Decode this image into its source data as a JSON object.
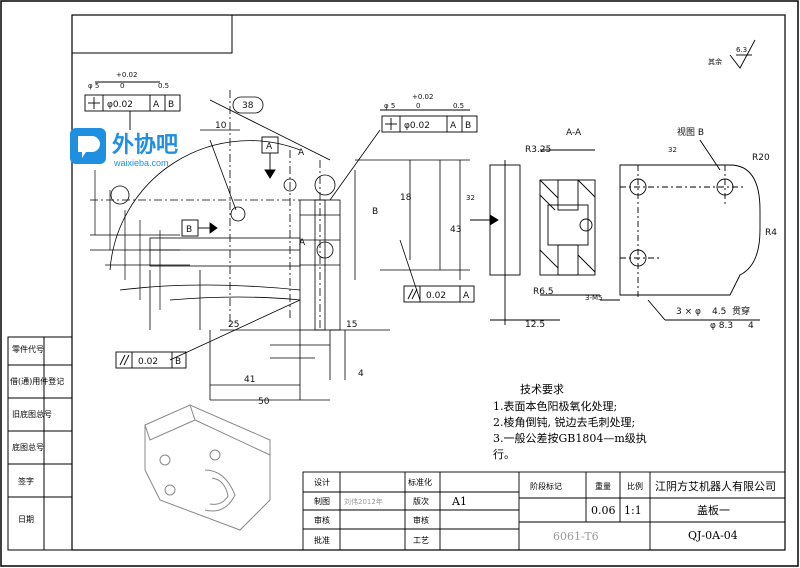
{
  "logo": {
    "word": "外协吧",
    "url": "waixieba.com"
  },
  "dimensions": {
    "phi5_left": "φ 5",
    "tol_left": "+0.02",
    "tol_left0": "0",
    "surface_left": "0.5",
    "fcf_left_pos": "φ0.02",
    "fcf_left_a": "A",
    "fcf_left_b": "B",
    "d38": "38",
    "d10": "10",
    "datum_a_top": "A",
    "datum_b_left": "B",
    "phi5_right": "φ 5",
    "tol_right": "+0.02",
    "tol_right0": "0",
    "surface_right": "0.5",
    "fcf_right_pos": "φ0.02",
    "fcf_right_a": "A",
    "fcf_right_b": "B",
    "section_label": "A-A",
    "view_label": "视图 B",
    "r325": "R3.25",
    "r65": "R6.5",
    "r20": "R20",
    "r4": "R4",
    "d32a": "32",
    "d32b": "32",
    "hole_3m5": "3-M5",
    "hole_3phi": "3 × φ",
    "hole_45": "4.5",
    "hole_through": "贯穿",
    "hole_83": "φ 8.3",
    "hole_depth": "4",
    "rough_63": "6.3",
    "rough_note": "其余",
    "par_right": "0.02",
    "par_right_ref": "A",
    "par_left": "0.02",
    "par_left_ref": "B",
    "d125": "12.5",
    "d15": "15",
    "d25": "25",
    "d41": "41",
    "d50": "50",
    "d43": "43",
    "d18": "18",
    "d4": "4",
    "side_a1": "A",
    "side_a2": "A",
    "side_b": "B"
  },
  "tech_notes": {
    "title": "技术要求",
    "items": [
      "1.表面本色阳极氧化处理;",
      "2.棱角倒钝, 锐边去毛刺处理;",
      "3.一般公差按GB1804—m级执",
      "行。"
    ]
  },
  "left_column": [
    "零件代号",
    "借(通)用件登记",
    "旧底图总号",
    "底图总号",
    "签字",
    "日期"
  ],
  "title_block": {
    "design": "设计",
    "draw": "制图",
    "check": "审核",
    "approve": "批准",
    "draw_value": "刘伟2012年",
    "std": "标准化",
    "revision": "版次",
    "revision_value": "A1",
    "audit": "审核",
    "process": "工艺",
    "stage_mark": "阶段标记",
    "weight": "重量",
    "scale": "比例",
    "weight_value": "0.06",
    "scale_value": "1:1",
    "material": "6061-T6",
    "company": "江阴方艾机器人有限公司",
    "part_name": "盖板一",
    "drawing_no": "QJ-0A-04"
  }
}
